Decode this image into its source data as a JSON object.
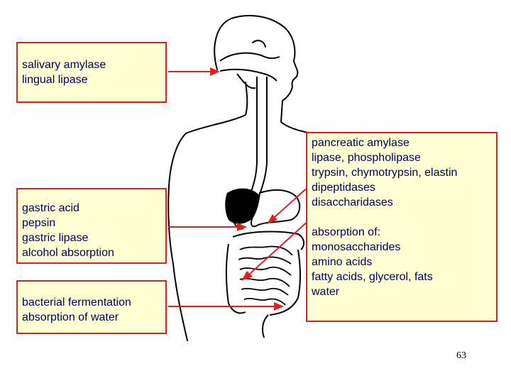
{
  "labels": {
    "mouth": [
      "salivary amylase",
      "lingual lipase"
    ],
    "stomach": [
      "gastric acid",
      "pepsin",
      "gastric lipase",
      "alcohol absorption"
    ],
    "colon": [
      "bacterial fermentation",
      "absorption of water"
    ],
    "small_intestine_enzymes": [
      "pancreatic amylase",
      "lipase, phospholipase",
      "trypsin, chymotrypsin, elastin",
      "dipeptidases",
      "disaccharidases"
    ],
    "small_intestine_absorption": [
      "absorption of:",
      "monosaccharides",
      "amino acids",
      "fatty acids, glycerol, fats",
      "water"
    ]
  },
  "page_number": "63",
  "colors": {
    "box_fill": "#ffffd6",
    "box_border": "#e02020",
    "text": "#00005a",
    "arrow": "#e02020",
    "outline": "#000000",
    "liver": "#000000"
  }
}
